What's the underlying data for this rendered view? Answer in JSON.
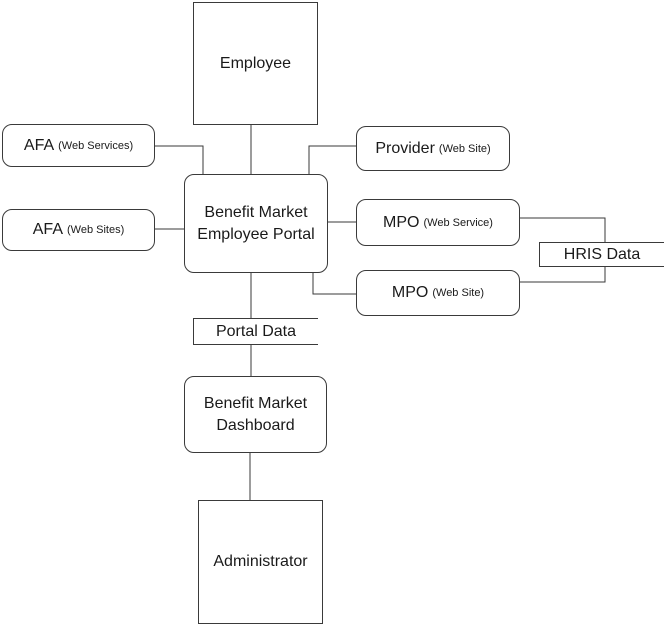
{
  "nodes": {
    "employee": {
      "label": "Employee"
    },
    "afa_services": {
      "label": "AFA",
      "sub": "(Web Services)"
    },
    "afa_sites": {
      "label": "AFA",
      "sub": "(Web Sites)"
    },
    "portal": {
      "line1": "Benefit Market",
      "line2": "Employee Portal"
    },
    "provider": {
      "label": "Provider",
      "sub": "(Web Site)"
    },
    "mpo_service": {
      "label": "MPO",
      "sub": "(Web Service)"
    },
    "mpo_site": {
      "label": "MPO",
      "sub": "(Web Site)"
    },
    "hris": {
      "label": "HRIS Data"
    },
    "portal_data": {
      "label": "Portal Data"
    },
    "dashboard": {
      "line1": "Benefit Market",
      "line2": "Dashboard"
    },
    "administrator": {
      "label": "Administrator"
    }
  },
  "colors": {
    "stroke": "#3a3a3a",
    "background": "#ffffff",
    "text": "#1a1a1a"
  }
}
